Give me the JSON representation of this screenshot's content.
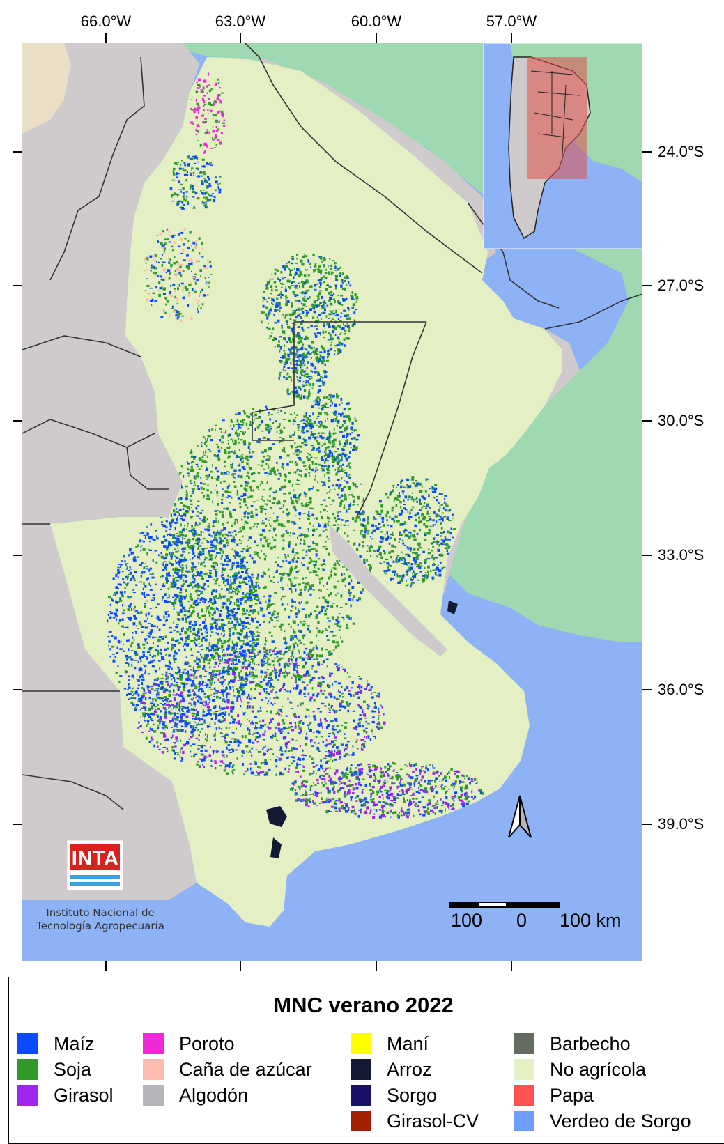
{
  "map": {
    "lon_labels": [
      "66.0°W",
      "63.0°W",
      "60.0°W",
      "57.0°W"
    ],
    "lat_labels": [
      "24.0°S",
      "27.0°S",
      "30.0°S",
      "33.0°S",
      "36.0°S",
      "39.0°S"
    ]
  },
  "logo": {
    "brand": "INTA",
    "line1": "Instituto Nacional de",
    "line2": "Tecnología Agropecuaria"
  },
  "scale_bar": {
    "left": "100",
    "center": "0",
    "right": "100 km"
  },
  "legend": {
    "title": "MNC verano 2022",
    "items": [
      {
        "label": "Maíz",
        "color": "#0a4bff"
      },
      {
        "label": "Soja",
        "color": "#2f9a2a"
      },
      {
        "label": "Girasol",
        "color": "#a024ef"
      },
      {
        "label": "Poroto",
        "color": "#f02ad6"
      },
      {
        "label": "Caña de azúcar",
        "color": "#fbbcad"
      },
      {
        "label": "Algodón",
        "color": "#b4b6bb"
      },
      {
        "label": "Maní",
        "color": "#ffff00"
      },
      {
        "label": "Arroz",
        "color": "#141a33"
      },
      {
        "label": "Sorgo",
        "color": "#1a1068"
      },
      {
        "label": "Girasol-CV",
        "color": "#a31f00"
      },
      {
        "label": "Barbecho",
        "color": "#646b60"
      },
      {
        "label": "No agrícola",
        "color": "#e4efc4"
      },
      {
        "label": "Papa",
        "color": "#ff5151"
      },
      {
        "label": "Verdeo de Sorgo",
        "color": "#6f9cff"
      }
    ]
  },
  "colors": {
    "ocean": "#8db2f5",
    "land_green": "#9fd9b2",
    "neighbor_gray": "#cfcbcc",
    "study_area": "#e4efc4",
    "inset_overlay": "#e0504a"
  }
}
